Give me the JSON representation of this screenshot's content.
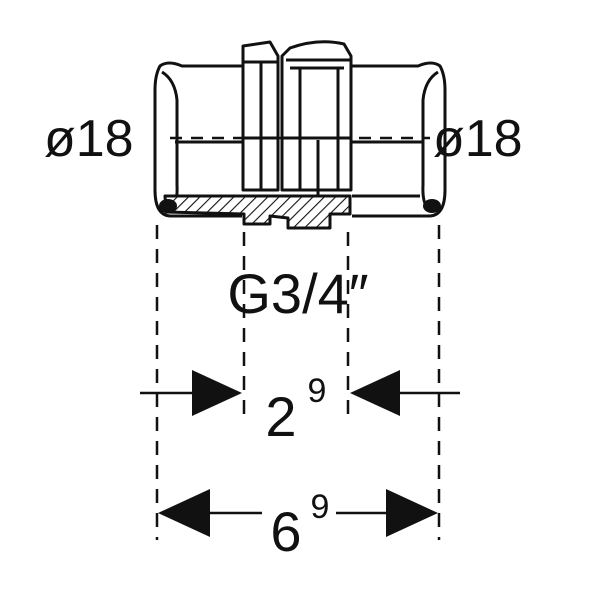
{
  "labels": {
    "diameter_left": "ø18",
    "diameter_right": "ø18",
    "thread": "G3/4″",
    "dim_inner_base": "2",
    "dim_inner_exp": "9",
    "dim_outer_base": "6",
    "dim_outer_exp": "9"
  },
  "colors": {
    "line": "#111111",
    "background": "#ffffff"
  }
}
